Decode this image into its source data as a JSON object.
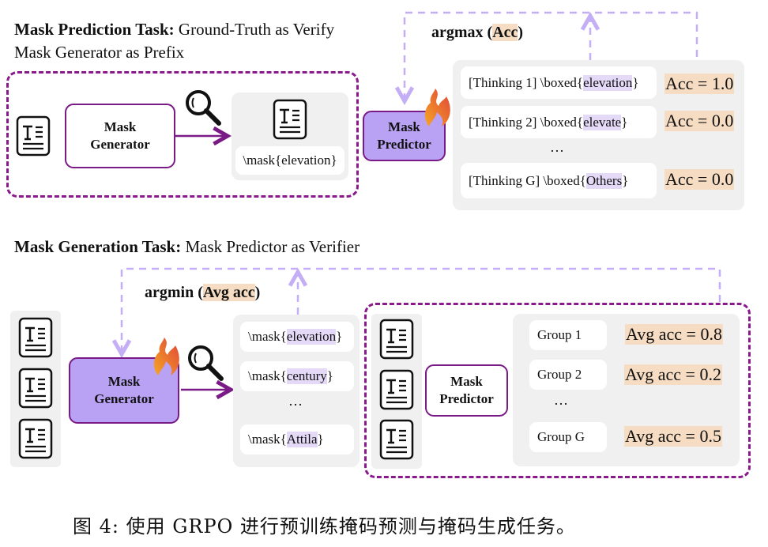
{
  "top_section": {
    "title_bold": "Mask Prediction Task:",
    "title_rest": " Ground-Truth as Verify",
    "subtitle": "Mask Generator as Prefix",
    "mask_generator_line1": "Mask",
    "mask_generator_line2": "Generator",
    "masked_output_prefix": "\\mask{",
    "masked_output_word": "elevation",
    "masked_output_suffix": "}",
    "mask_predictor_line1": "Mask",
    "mask_predictor_line2": "Predictor",
    "objective_prefix": "argmax (",
    "objective_highlight": "Acc",
    "objective_suffix": ")",
    "rollouts": [
      {
        "prefix": "[Thinking 1] \\boxed{",
        "answer": "elevation",
        "suffix": "}",
        "score": "Acc = 1.0"
      },
      {
        "prefix": "[Thinking 2] \\boxed{",
        "answer": "elevate",
        "suffix": "}",
        "score": "Acc = 0.0"
      },
      {
        "prefix": "[Thinking G] \\boxed{",
        "answer": "Others",
        "suffix": "}",
        "score": "Acc = 0.0"
      }
    ],
    "ellipsis": "…"
  },
  "bottom_section": {
    "title_bold": "Mask Generation Task:",
    "title_rest": " Mask Predictor as Verifier",
    "objective_prefix": "argmin (",
    "objective_highlight": "Avg acc",
    "objective_suffix": ")",
    "mask_generator_line1": "Mask",
    "mask_generator_line2": "Generator",
    "candidates": [
      {
        "prefix": "\\mask{",
        "word": "elevation",
        "suffix": "}"
      },
      {
        "prefix": "\\mask{",
        "word": "century",
        "suffix": "}"
      },
      {
        "prefix": "\\mask{",
        "word": "Attila",
        "suffix": "}"
      }
    ],
    "ellipsis": "…",
    "mask_predictor_line1": "Mask",
    "mask_predictor_line2": "Predictor",
    "groups": [
      {
        "label": "Group 1",
        "score": "Avg acc = 0.8"
      },
      {
        "label": "Group 2",
        "score": "Avg acc = 0.2"
      },
      {
        "label": "Group G",
        "score": "Avg acc = 0.5"
      }
    ]
  },
  "caption": "图 4:  使用 GRPO 进行预训练掩码预测与掩码生成任务。",
  "icons": {
    "document": "document-text-icon",
    "magnifier": "magnifier-icon",
    "flame": "flame-icon"
  },
  "colors": {
    "purple_border": "#7a1a86",
    "lavender_fill": "#b9a1f4",
    "lavender_dash": "#c4aef5",
    "lavender_highlight": "#e4d9f7",
    "peach_highlight": "#f6dcc2",
    "panel_gray": "#f0f0f0"
  }
}
